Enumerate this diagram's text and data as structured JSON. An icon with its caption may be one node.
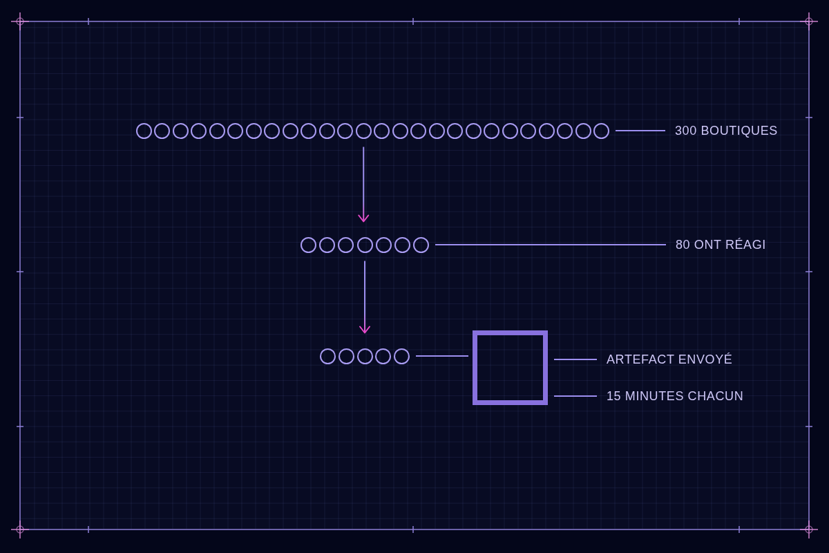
{
  "diagram": {
    "nodes": [
      {
        "text": [],
        "shape": "circle"
      },
      {
        "text": [],
        "shape": "circle"
      },
      {
        "text": [],
        "shape": "circle"
      },
      {
        "text": [],
        "shape": "circle"
      },
      {
        "text": [],
        "shape": "circle"
      },
      {
        "text": [],
        "shape": "circle"
      },
      {
        "text": [],
        "shape": "circle"
      },
      {
        "text": [],
        "shape": "circle"
      },
      {
        "text": [],
        "shape": "circle"
      },
      {
        "text": [],
        "shape": "circle"
      },
      {
        "text": [],
        "shape": "circle"
      },
      {
        "text": [],
        "shape": "circle"
      },
      {
        "text": [],
        "shape": "circle"
      },
      {
        "text": [],
        "shape": "circle"
      },
      {
        "text": [],
        "shape": "circle"
      },
      {
        "text": [],
        "shape": "circle"
      },
      {
        "text": [],
        "shape": "circle"
      },
      {
        "text": [],
        "shape": "circle"
      },
      {
        "text": [],
        "shape": "circle"
      },
      {
        "text": [],
        "shape": "circle"
      },
      {
        "text": [],
        "shape": "circle"
      },
      {
        "text": [],
        "shape": "circle"
      },
      {
        "text": [],
        "shape": "circle"
      },
      {
        "text": [],
        "shape": "circle"
      },
      {
        "text": [],
        "shape": "circle"
      },
      {
        "text": [],
        "shape": "circle"
      },
      {
        "text": [
          "300 BOUTIQUES"
        ]
      },
      {
        "text": [],
        "shape": "circle"
      },
      {
        "text": [],
        "shape": "circle"
      },
      {
        "text": [],
        "shape": "circle"
      },
      {
        "text": [],
        "shape": "circle"
      },
      {
        "text": [],
        "shape": "circle"
      },
      {
        "text": [],
        "shape": "circle"
      },
      {
        "text": [],
        "shape": "circle"
      },
      {
        "text": [
          "80 ONT RÉAGI"
        ]
      },
      {
        "text": [],
        "shape": "circle"
      },
      {
        "text": [],
        "shape": "circle"
      },
      {
        "text": [],
        "shape": "circle"
      },
      {
        "text": [],
        "shape": "circle"
      },
      {
        "text": [],
        "shape": "circle"
      },
      {
        "text": [],
        "shape": "box"
      },
      {
        "text": [
          "ARTEFACT ENVOYÉ"
        ]
      },
      {
        "text": [
          "15 MINUTES CHACUN"
        ]
      }
    ],
    "edges": [
      {
        "from": 25,
        "to": 26,
        "arrow": "none"
      },
      {
        "from": 12,
        "to": 30,
        "arrow": "to",
        "color": "#e64ac8"
      },
      {
        "from": 33,
        "to": 34,
        "arrow": "none"
      },
      {
        "from": 30,
        "to": 37,
        "arrow": "to",
        "color": "#e64ac8"
      },
      {
        "from": 39,
        "to": 40,
        "arrow": "none"
      },
      {
        "from": 40,
        "to": 41,
        "arrow": "none"
      },
      {
        "from": 40,
        "to": 42,
        "arrow": "none"
      }
    ]
  }
}
